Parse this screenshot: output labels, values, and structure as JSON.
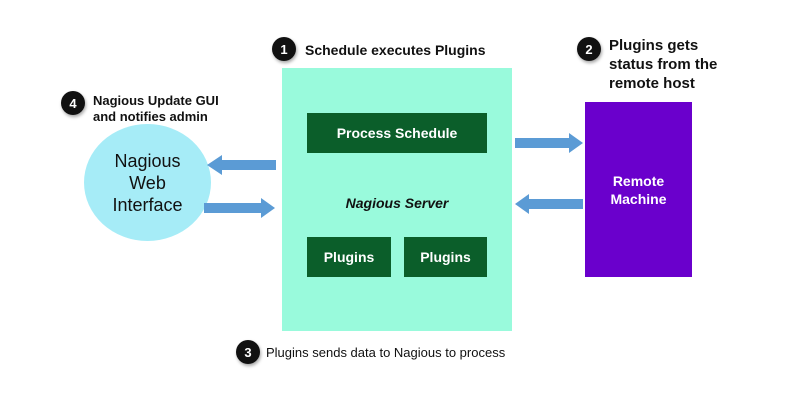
{
  "steps": {
    "step1": {
      "number": "1",
      "text": "Schedule executes Plugins"
    },
    "step2": {
      "number": "2",
      "line1": "Plugins gets",
      "line2": "status from the",
      "line3": "remote host"
    },
    "step3": {
      "number": "3",
      "text": "Plugins sends data to Nagious to process"
    },
    "step4": {
      "number": "4",
      "line1": "Nagious Update GUI",
      "line2": "and notifies admin"
    }
  },
  "web_interface": {
    "line1": "Nagious",
    "line2": "Web",
    "line3": "Interface"
  },
  "server": {
    "label": "Nagious Server",
    "process_schedule": "Process Schedule",
    "plugins": [
      "Plugins",
      "Plugins"
    ]
  },
  "remote": {
    "line1": "Remote",
    "line2": "Machine"
  },
  "colors": {
    "server_bg": "#99fadc",
    "dark_green": "#0b5e2a",
    "remote_bg": "#6a00cc",
    "web_circle": "#a6ecf7",
    "arrow": "#5b9bd5",
    "badge": "#111111"
  },
  "icons": {
    "arrows": [
      "arrow-left-icon",
      "arrow-right-icon",
      "arrow-right-icon",
      "arrow-left-icon"
    ]
  }
}
